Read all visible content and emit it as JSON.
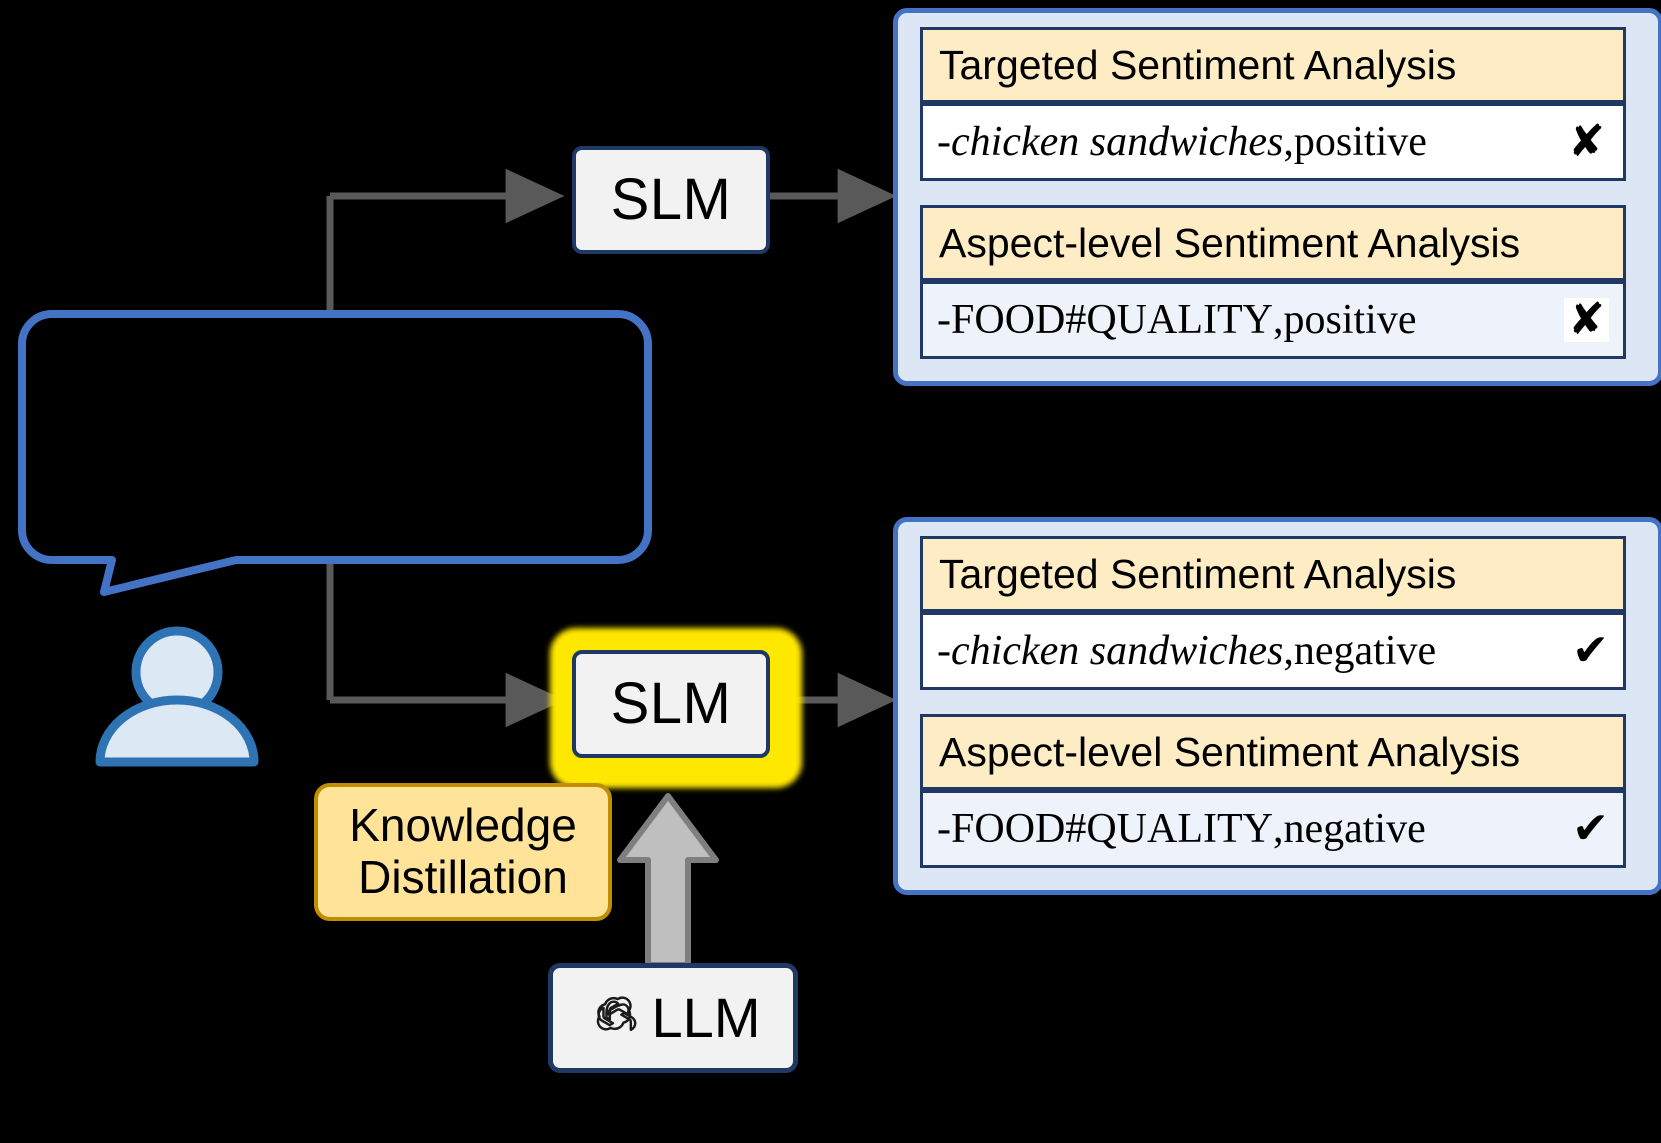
{
  "diagram": {
    "title": "Knowledge distillation from LLM to SLM for sentiment analysis",
    "colors": {
      "panel_border": "#4472c4",
      "panel_fill": "#dce6f5",
      "task_header_fill": "#fdecc4",
      "box_border": "#1f3864",
      "box_fill": "#f2f2f2",
      "highlight": "#ffe800",
      "kd_fill": "#ffe399",
      "kd_border": "#bf8f00",
      "arrow": "#595959",
      "thick_arrow": "#bfbfbf",
      "avatar": "#dde8f5",
      "avatar_stroke": "#2e74b5"
    }
  },
  "user": {
    "avatar_name": "user-avatar",
    "speech_bubble_text": ""
  },
  "models": {
    "top_slm_label": "SLM",
    "bottom_slm_label": "SLM",
    "llm_label": "LLM",
    "llm_logo_name": "openai-logo"
  },
  "knowledge_distillation": {
    "line1": "Knowledge",
    "line2": "Distillation"
  },
  "outputs": [
    {
      "panel_name": "baseline-output-panel",
      "tasks": [
        {
          "header": "Targeted Sentiment Analysis",
          "prefix": "- ",
          "term": "chicken sandwiches",
          "term_italic": true,
          "separator": ", ",
          "sentiment": "positive",
          "mark": "✘",
          "mark_kind": "wrong",
          "body_style": "white"
        },
        {
          "header": "Aspect-level Sentiment Analysis",
          "prefix": "- ",
          "term": "FOOD#QUALITY",
          "term_italic": false,
          "separator": ", ",
          "sentiment": "positive",
          "mark": "✘",
          "mark_kind": "wrong",
          "body_style": "tint"
        }
      ]
    },
    {
      "panel_name": "distilled-output-panel",
      "tasks": [
        {
          "header": "Targeted Sentiment Analysis",
          "prefix": "- ",
          "term": "chicken sandwiches",
          "term_italic": true,
          "separator": ", ",
          "sentiment": "negative",
          "mark": "✔",
          "mark_kind": "right",
          "body_style": "white"
        },
        {
          "header": "Aspect-level Sentiment Analysis",
          "prefix": "- ",
          "term": "FOOD#QUALITY",
          "term_italic": false,
          "separator": ", ",
          "sentiment": "negative",
          "mark": "✔",
          "mark_kind": "right",
          "body_style": "tint"
        }
      ]
    }
  ]
}
